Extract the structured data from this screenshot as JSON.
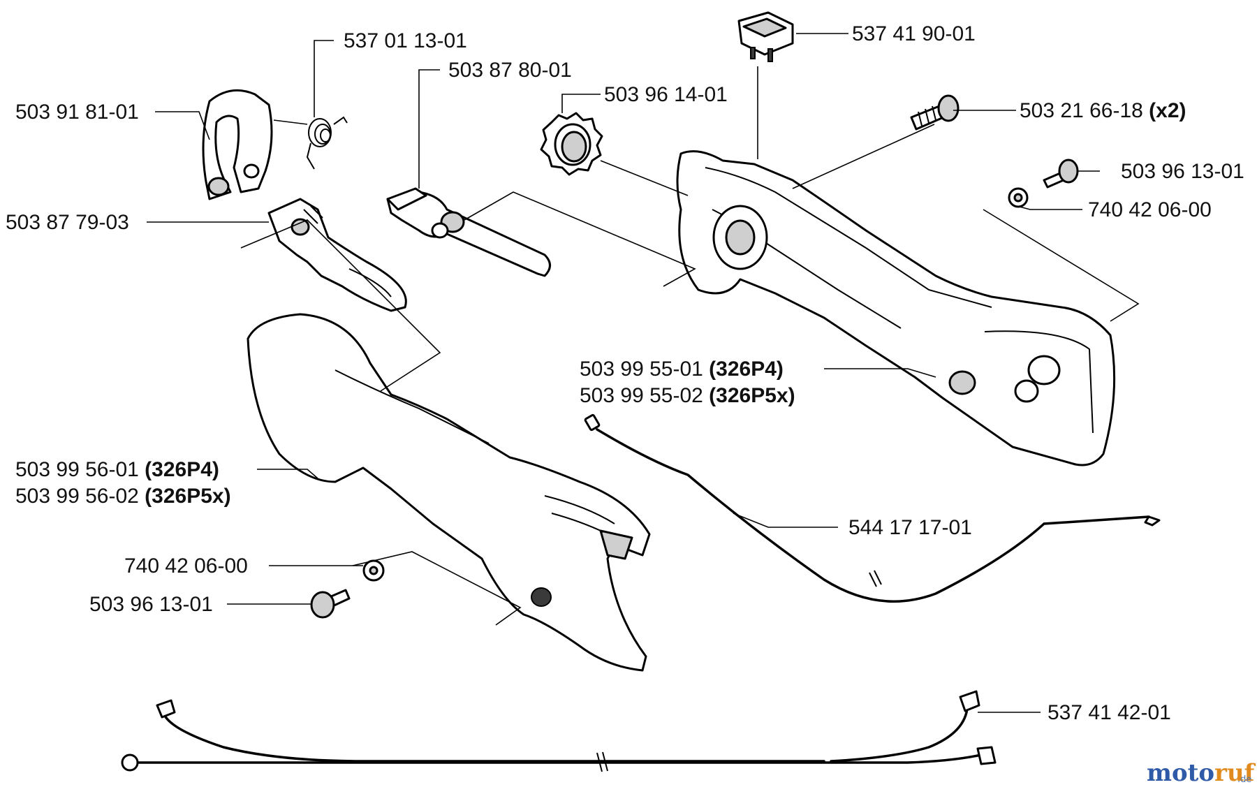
{
  "parts": [
    {
      "id": "p1",
      "number": "537 01 13-01",
      "suffix": ""
    },
    {
      "id": "p2",
      "number": "503 87 80-01",
      "suffix": ""
    },
    {
      "id": "p3",
      "number": "503 91 81-01",
      "suffix": ""
    },
    {
      "id": "p4",
      "number": "503 87 79-03",
      "suffix": ""
    },
    {
      "id": "p5",
      "number": "503 96 14-01",
      "suffix": ""
    },
    {
      "id": "p6",
      "number": "537 41 90-01",
      "suffix": ""
    },
    {
      "id": "p7",
      "number": "503 21 66-18",
      "suffix": "(x2)"
    },
    {
      "id": "p8",
      "number": "503 96 13-01",
      "suffix": ""
    },
    {
      "id": "p9",
      "number": "740 42 06-00",
      "suffix": ""
    },
    {
      "id": "p10",
      "number": "503 99 55-01",
      "suffix": "(326P4)"
    },
    {
      "id": "p11",
      "number": "503 99 55-02",
      "suffix": "(326P5x)"
    },
    {
      "id": "p12",
      "number": "503 99 56-01",
      "suffix": "(326P4)"
    },
    {
      "id": "p13",
      "number": "503 99 56-02",
      "suffix": "(326P5x)"
    },
    {
      "id": "p14",
      "number": "544 17 17-01",
      "suffix": ""
    },
    {
      "id": "p15",
      "number": "740 42 06-00",
      "suffix": ""
    },
    {
      "id": "p16",
      "number": "503 96 13-01",
      "suffix": ""
    },
    {
      "id": "p17",
      "number": "537 41 42-01",
      "suffix": ""
    }
  ],
  "watermark": {
    "brand_a": "moto",
    "brand_b": "ruf",
    "tld": ".de",
    "color_a": "#2f5aa8",
    "color_b": "#e08a1e"
  }
}
